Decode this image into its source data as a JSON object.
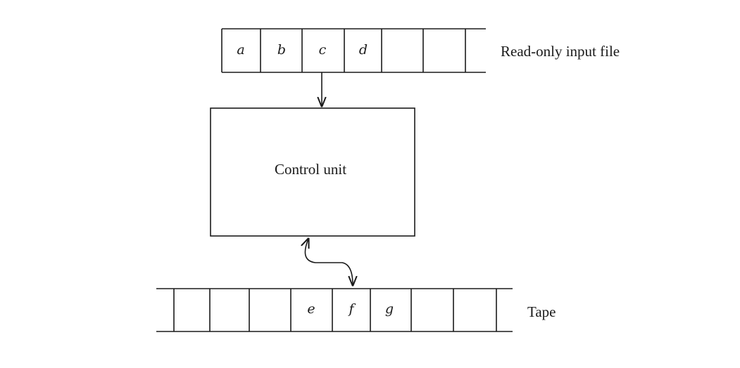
{
  "input_file": {
    "label": "Read-only input file",
    "cells": [
      "a",
      "b",
      "c",
      "d",
      "",
      "",
      ""
    ]
  },
  "control_unit": {
    "label": "Control unit"
  },
  "tape": {
    "label": "Tape",
    "cells": [
      "",
      "",
      "",
      "e",
      "f",
      "g",
      "",
      "",
      ""
    ]
  }
}
